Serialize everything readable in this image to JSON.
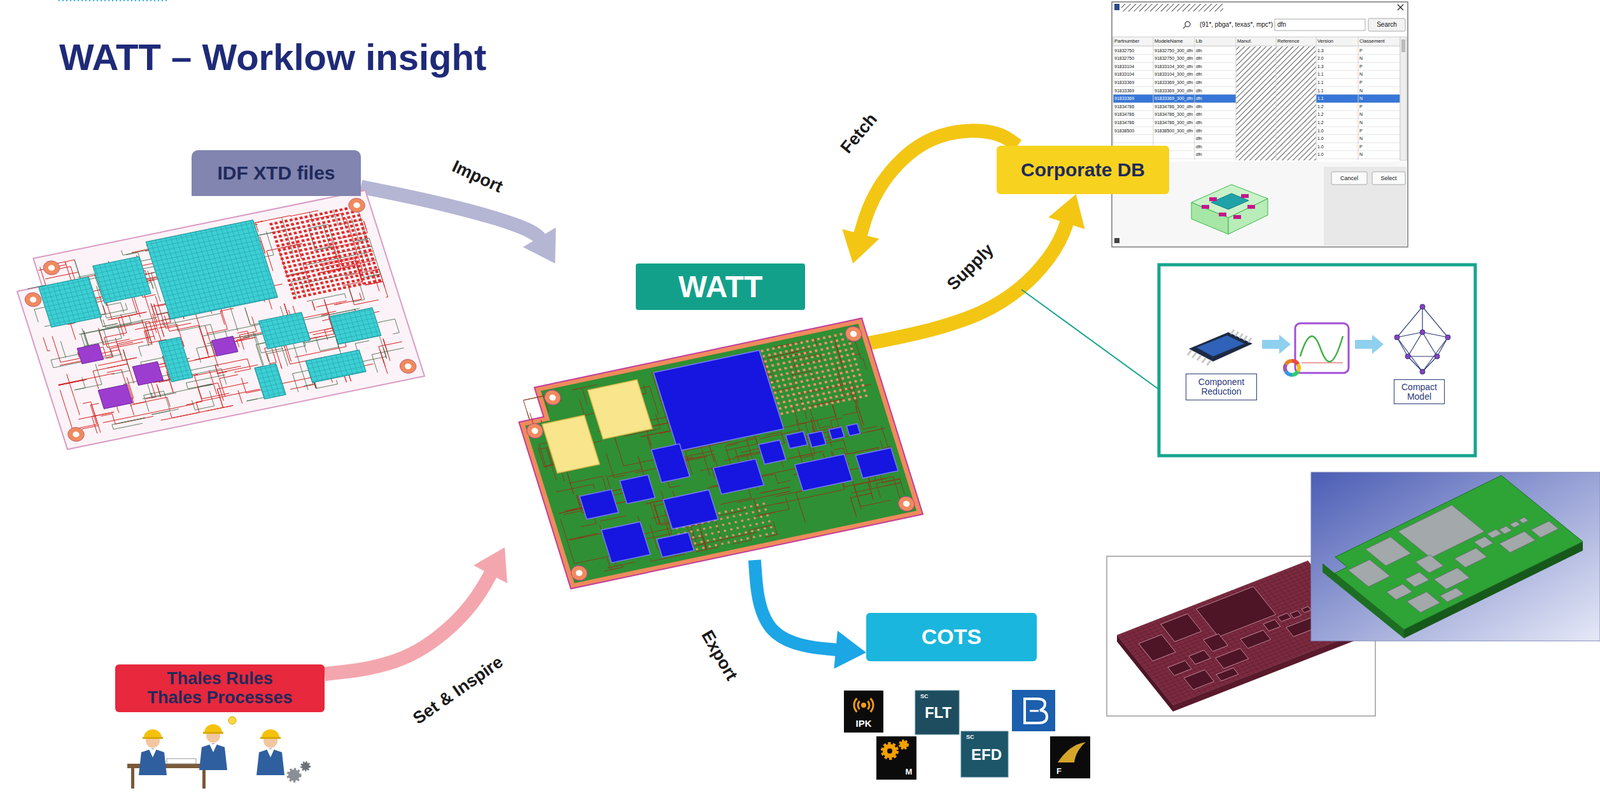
{
  "diagram": {
    "title": "WATT – Worklow insight",
    "nodes": [
      {
        "text": [
          "IDF XTD files"
        ]
      },
      {
        "text": [
          "Corporate DB"
        ]
      },
      {
        "text": [
          "WATT"
        ]
      },
      {
        "text": [
          "Component Reduction"
        ]
      },
      {
        "text": [
          "Compact Model"
        ]
      },
      {
        "text": [
          "COTS"
        ]
      },
      {
        "text": [
          "Thales Rules",
          "Thales Processes"
        ]
      }
    ],
    "edges": [
      {
        "from": 0,
        "to": 2,
        "label": "Import",
        "arrow": "to"
      },
      {
        "from": 1,
        "to": 2,
        "label": "Fetch",
        "arrow": "to"
      },
      {
        "from": 2,
        "to": 1,
        "label": "Supply",
        "arrow": "to"
      },
      {
        "from": 2,
        "to": 5,
        "label": "Export",
        "arrow": "to"
      },
      {
        "from": 6,
        "to": 2,
        "label": "Set & Inspire",
        "arrow": "to"
      }
    ],
    "labels": [
      "(91*, pbga*, texas*, mpc*)",
      "dfn",
      "Search",
      "Partnumber",
      "ModeleName",
      "Lib",
      "Manuf.",
      "Reference",
      "Version",
      "Classement",
      "91832750",
      "91832750_300_dfn",
      "dfn",
      "1.3",
      "P",
      "91832750",
      "91832750_300_dfn",
      "dfn",
      "2.0",
      "N",
      "91833104",
      "91833104_300_dfn",
      "dfn",
      "1.3",
      "P",
      "91833104",
      "91833104_300_dfn",
      "dfn",
      "1.1",
      "N",
      "91833369",
      "91833369_300_dfn",
      "dfn",
      "1.1",
      "P",
      "91833369",
      "91833369_300_dfn",
      "dfn",
      "1.1",
      "N",
      "91833369",
      "91833369_300_dfn",
      "dfn",
      "1.1",
      "N",
      "91834786",
      "91834786_300_dfn",
      "dfn",
      "1.2",
      "P",
      "91834786",
      "91834786_300_dfn",
      "dfn",
      "1.2",
      "N",
      "91834786",
      "91834786_300_dfn",
      "dfn",
      "1.2",
      "N",
      "91838500",
      "91838500_300_dfn",
      "dfn",
      "1.0",
      "P",
      "dfn",
      "1.0",
      "N",
      "dfn",
      "1.0",
      "P",
      "dfn",
      "1.0",
      "N",
      "Cancel",
      "Select",
      "IPK",
      "SC",
      "FLT",
      "M",
      "SC",
      "EFD",
      "F"
    ]
  }
}
